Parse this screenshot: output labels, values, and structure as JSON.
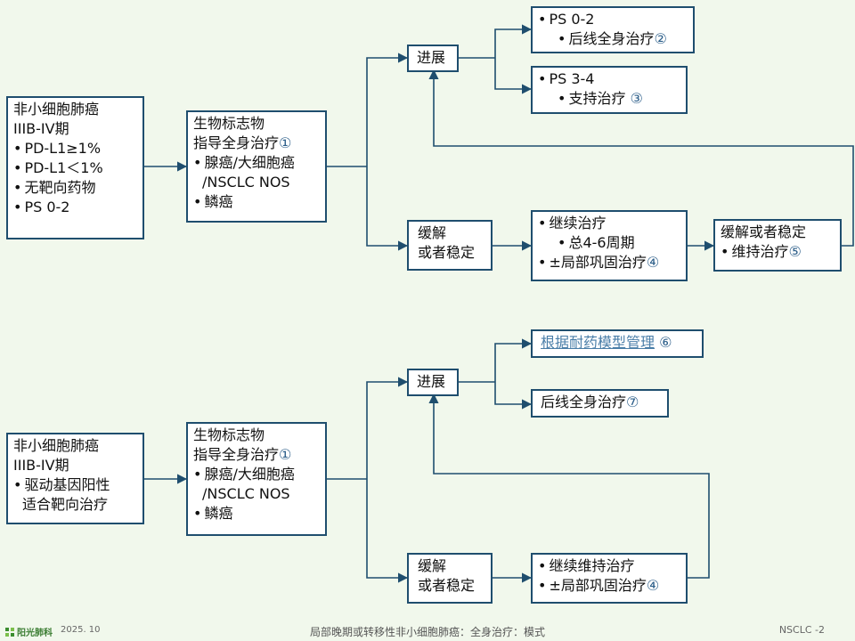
{
  "colors": {
    "background": "#f1f8ec",
    "border": "#1f4e6e",
    "arrow": "#1f4e6e",
    "circled_number": "#2d5f8a"
  },
  "flow1": {
    "patient": {
      "title": "非小细胞肺癌",
      "stage": "IIIB-IV期",
      "items": [
        "PD-L1≥1%",
        "PD-L1＜1%",
        "无靶向药物",
        "PS 0-2"
      ]
    },
    "treatment": {
      "line1": "生物标志物",
      "line2": "指导全身治疗",
      "note": "①",
      "items": [
        "腺癌/大细胞癌",
        "/NSCLC NOS",
        "鳞癌"
      ]
    },
    "progress": {
      "label": "进展"
    },
    "ps02": {
      "title": "PS 0-2",
      "sub": "后线全身治疗",
      "note": "②"
    },
    "ps34": {
      "title": "PS 3-4",
      "sub": "支持治疗",
      "note": "③"
    },
    "remission": {
      "line1": "缓解",
      "line2": "或者稳定"
    },
    "continue": {
      "title": "继续治疗",
      "sub": "总4-6周期",
      "item": "±局部巩固治疗",
      "note": "④"
    },
    "maintain": {
      "title": "缓解或者稳定",
      "item": "维持治疗",
      "note": "⑤"
    }
  },
  "flow2": {
    "patient": {
      "title": "非小细胞肺癌",
      "stage": "IIIB-IV期",
      "item_line1": "驱动基因阳性",
      "item_line2": "适合靶向治疗"
    },
    "treatment": {
      "line1": "生物标志物",
      "line2": "指导全身治疗",
      "note": "①",
      "items": [
        "腺癌/大细胞癌",
        "/NSCLC NOS",
        "鳞癌"
      ]
    },
    "progress": {
      "label": "进展"
    },
    "resistance": {
      "label": "根据耐药模型管理",
      "note": "⑥"
    },
    "later_line": {
      "label": "后线全身治疗",
      "note": "⑦"
    },
    "remission": {
      "line1": "缓解",
      "line2": "或者稳定"
    },
    "continue": {
      "item1": "继续维持治疗",
      "item2": "±局部巩固治疗",
      "note": "④"
    }
  },
  "footer": {
    "logo": "阳光肺科",
    "date": "2025. 10",
    "title": "局部晚期或转移性非小细胞肺癌：全身治疗：模式",
    "page": "NSCLC -2"
  }
}
